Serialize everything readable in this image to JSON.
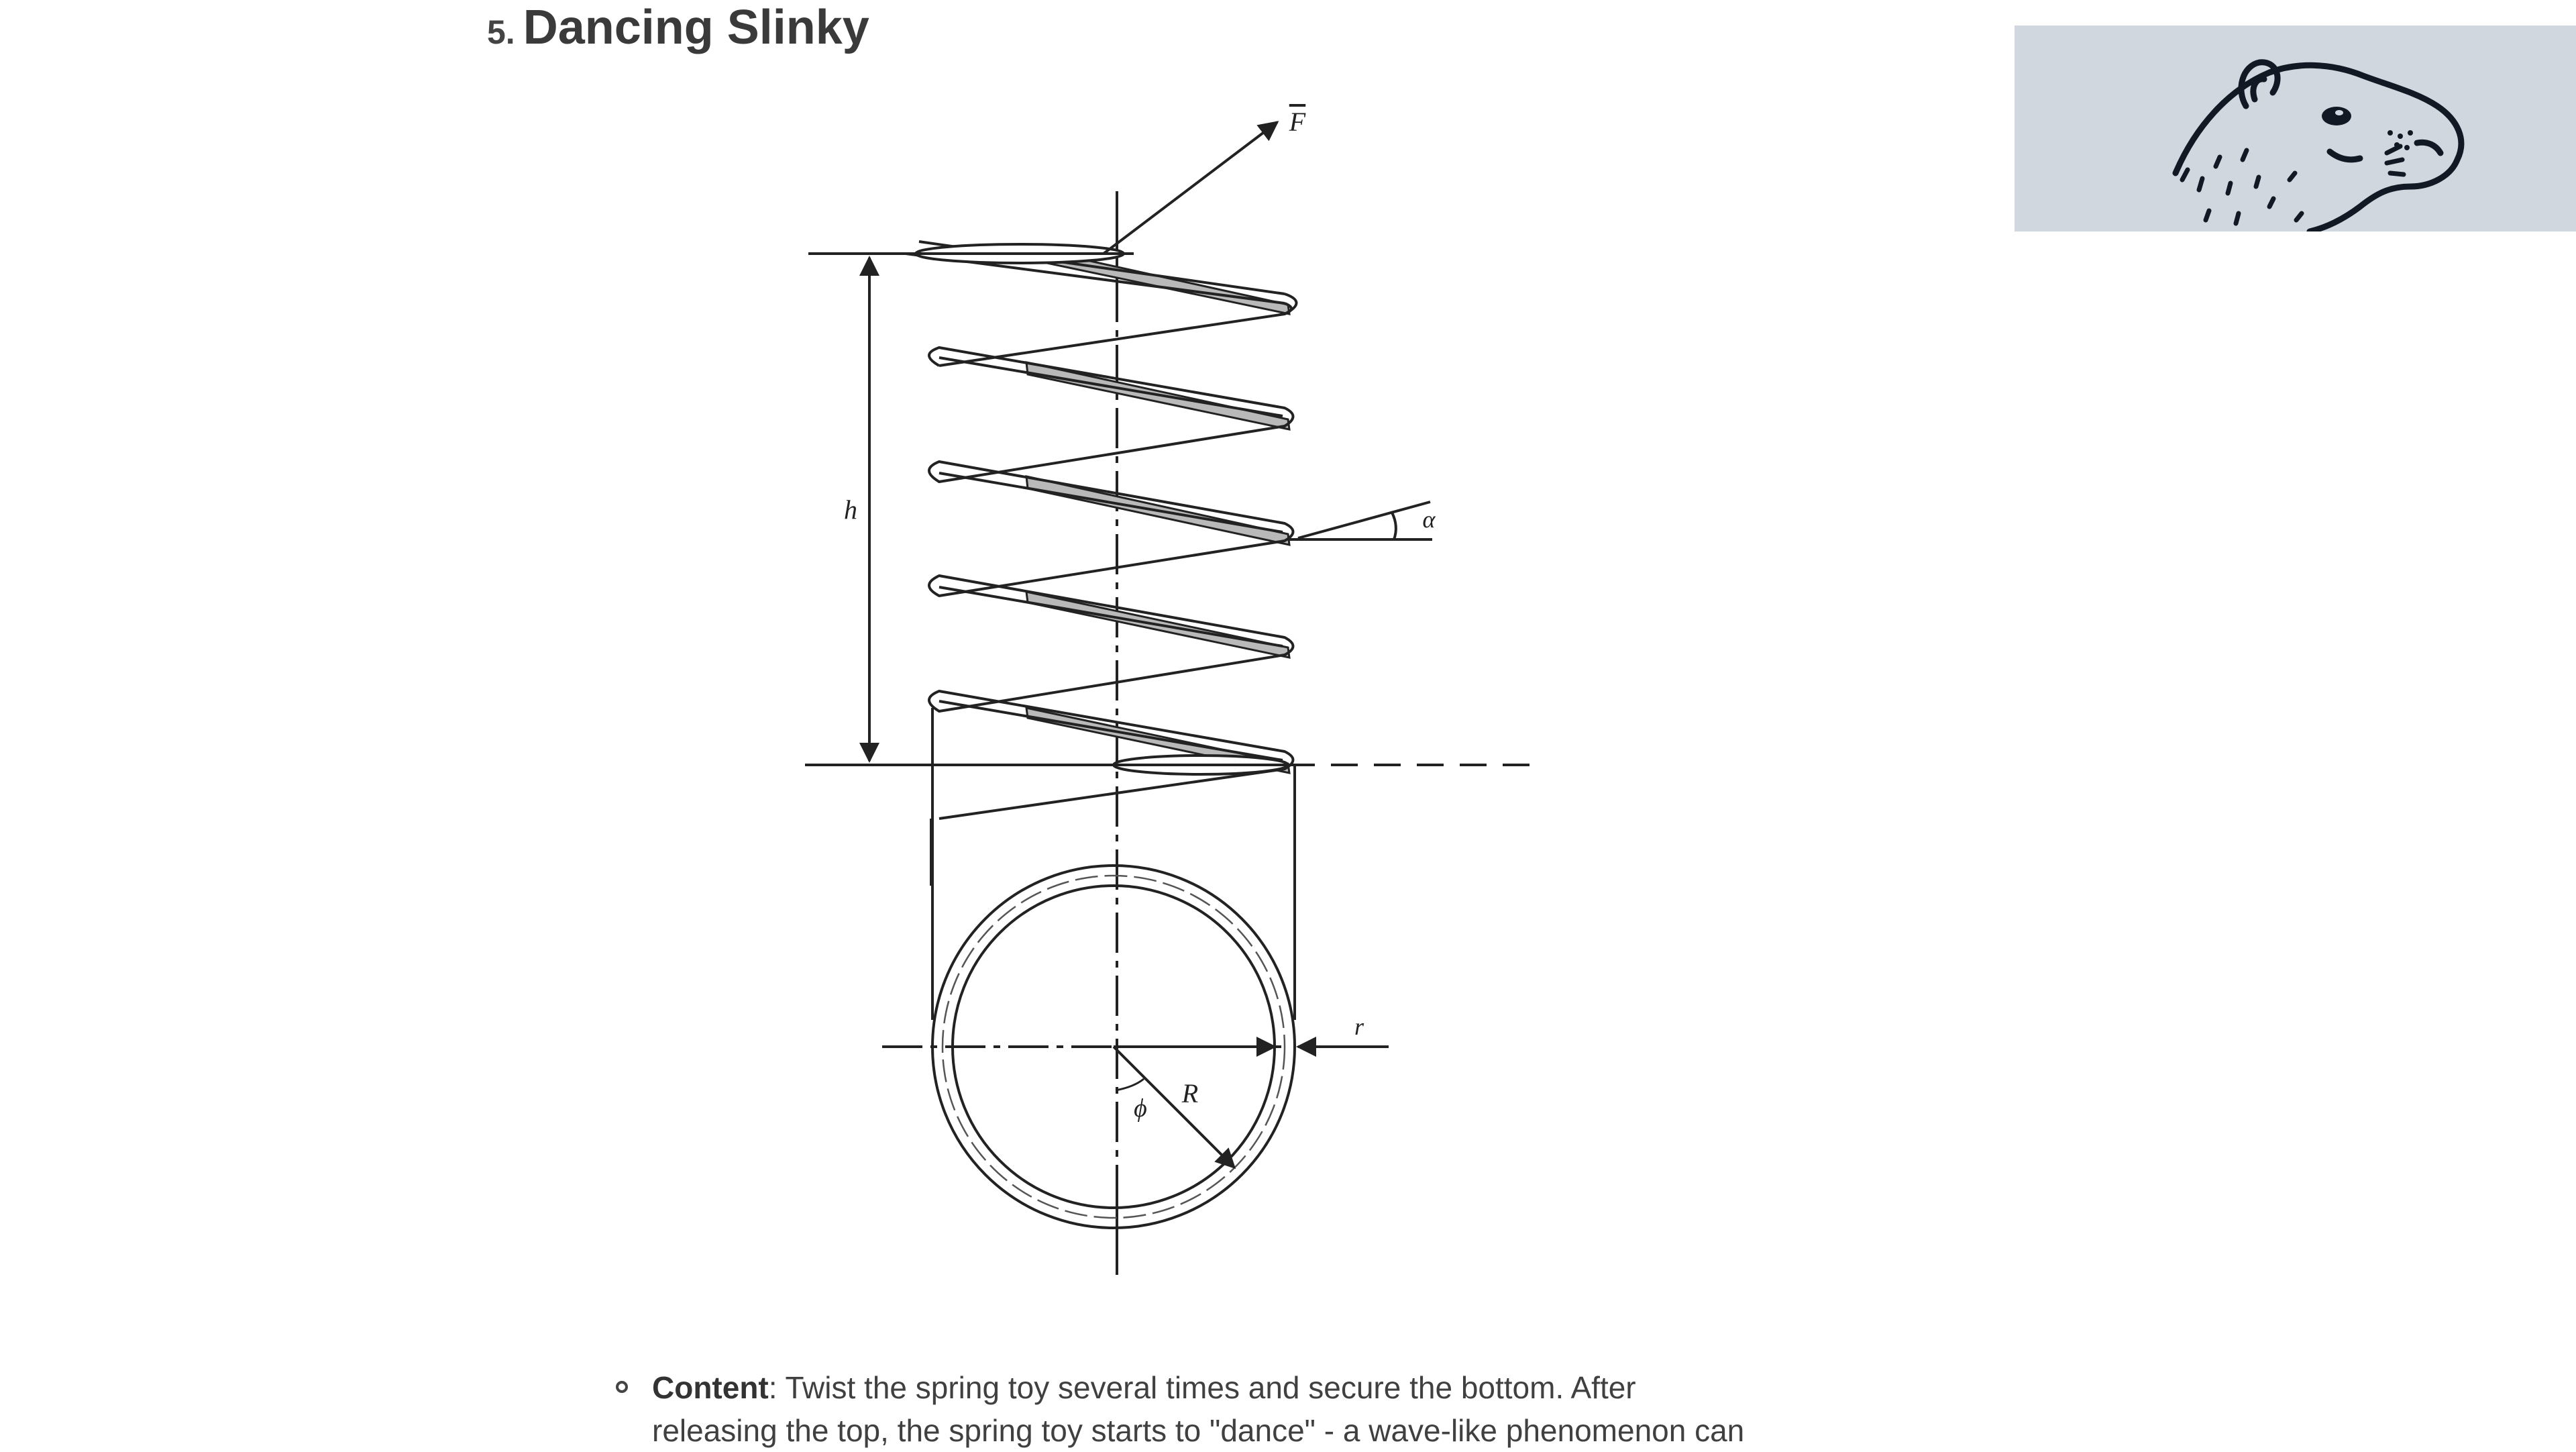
{
  "section": {
    "number": "5.",
    "title": "Dancing Slinky"
  },
  "figure": {
    "labels": {
      "force": "F",
      "height": "h",
      "angle": "α",
      "wire_radius": "r",
      "coil_radius": "R",
      "azimuth": "ϕ"
    }
  },
  "thumbnail": {
    "icon": "capybara-icon",
    "background": "#d0d7df"
  },
  "content": {
    "label": "Content",
    "separator": ": ",
    "line1": "Twist the spring toy several times and secure the bottom. After",
    "line2": "releasing the top, the spring toy starts to \"dance\" - a wave-like phenomenon can"
  }
}
